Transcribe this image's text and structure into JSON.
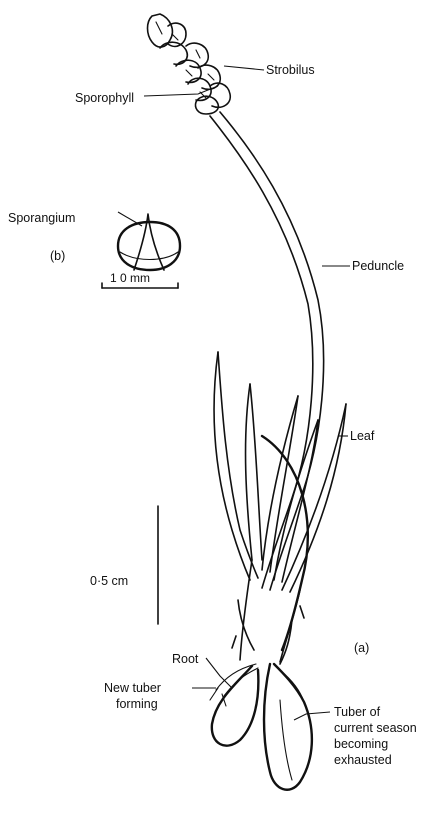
{
  "labels": {
    "strobilus": "Strobilus",
    "sporophyll": "Sporophyll",
    "sporangium": "Sporangium",
    "part_b": "(b)",
    "scale_b": "1 0 mm",
    "peduncle": "Peduncle",
    "leaf": "Leaf",
    "scale_a": "0·5 cm",
    "root": "Root",
    "part_a": "(a)",
    "new_tuber_line1": "New tuber",
    "new_tuber_line2": "forming",
    "tuber_line1": "Tuber of",
    "tuber_line2": "current season",
    "tuber_line3": "becoming",
    "tuber_line4": "exhausted"
  }
}
